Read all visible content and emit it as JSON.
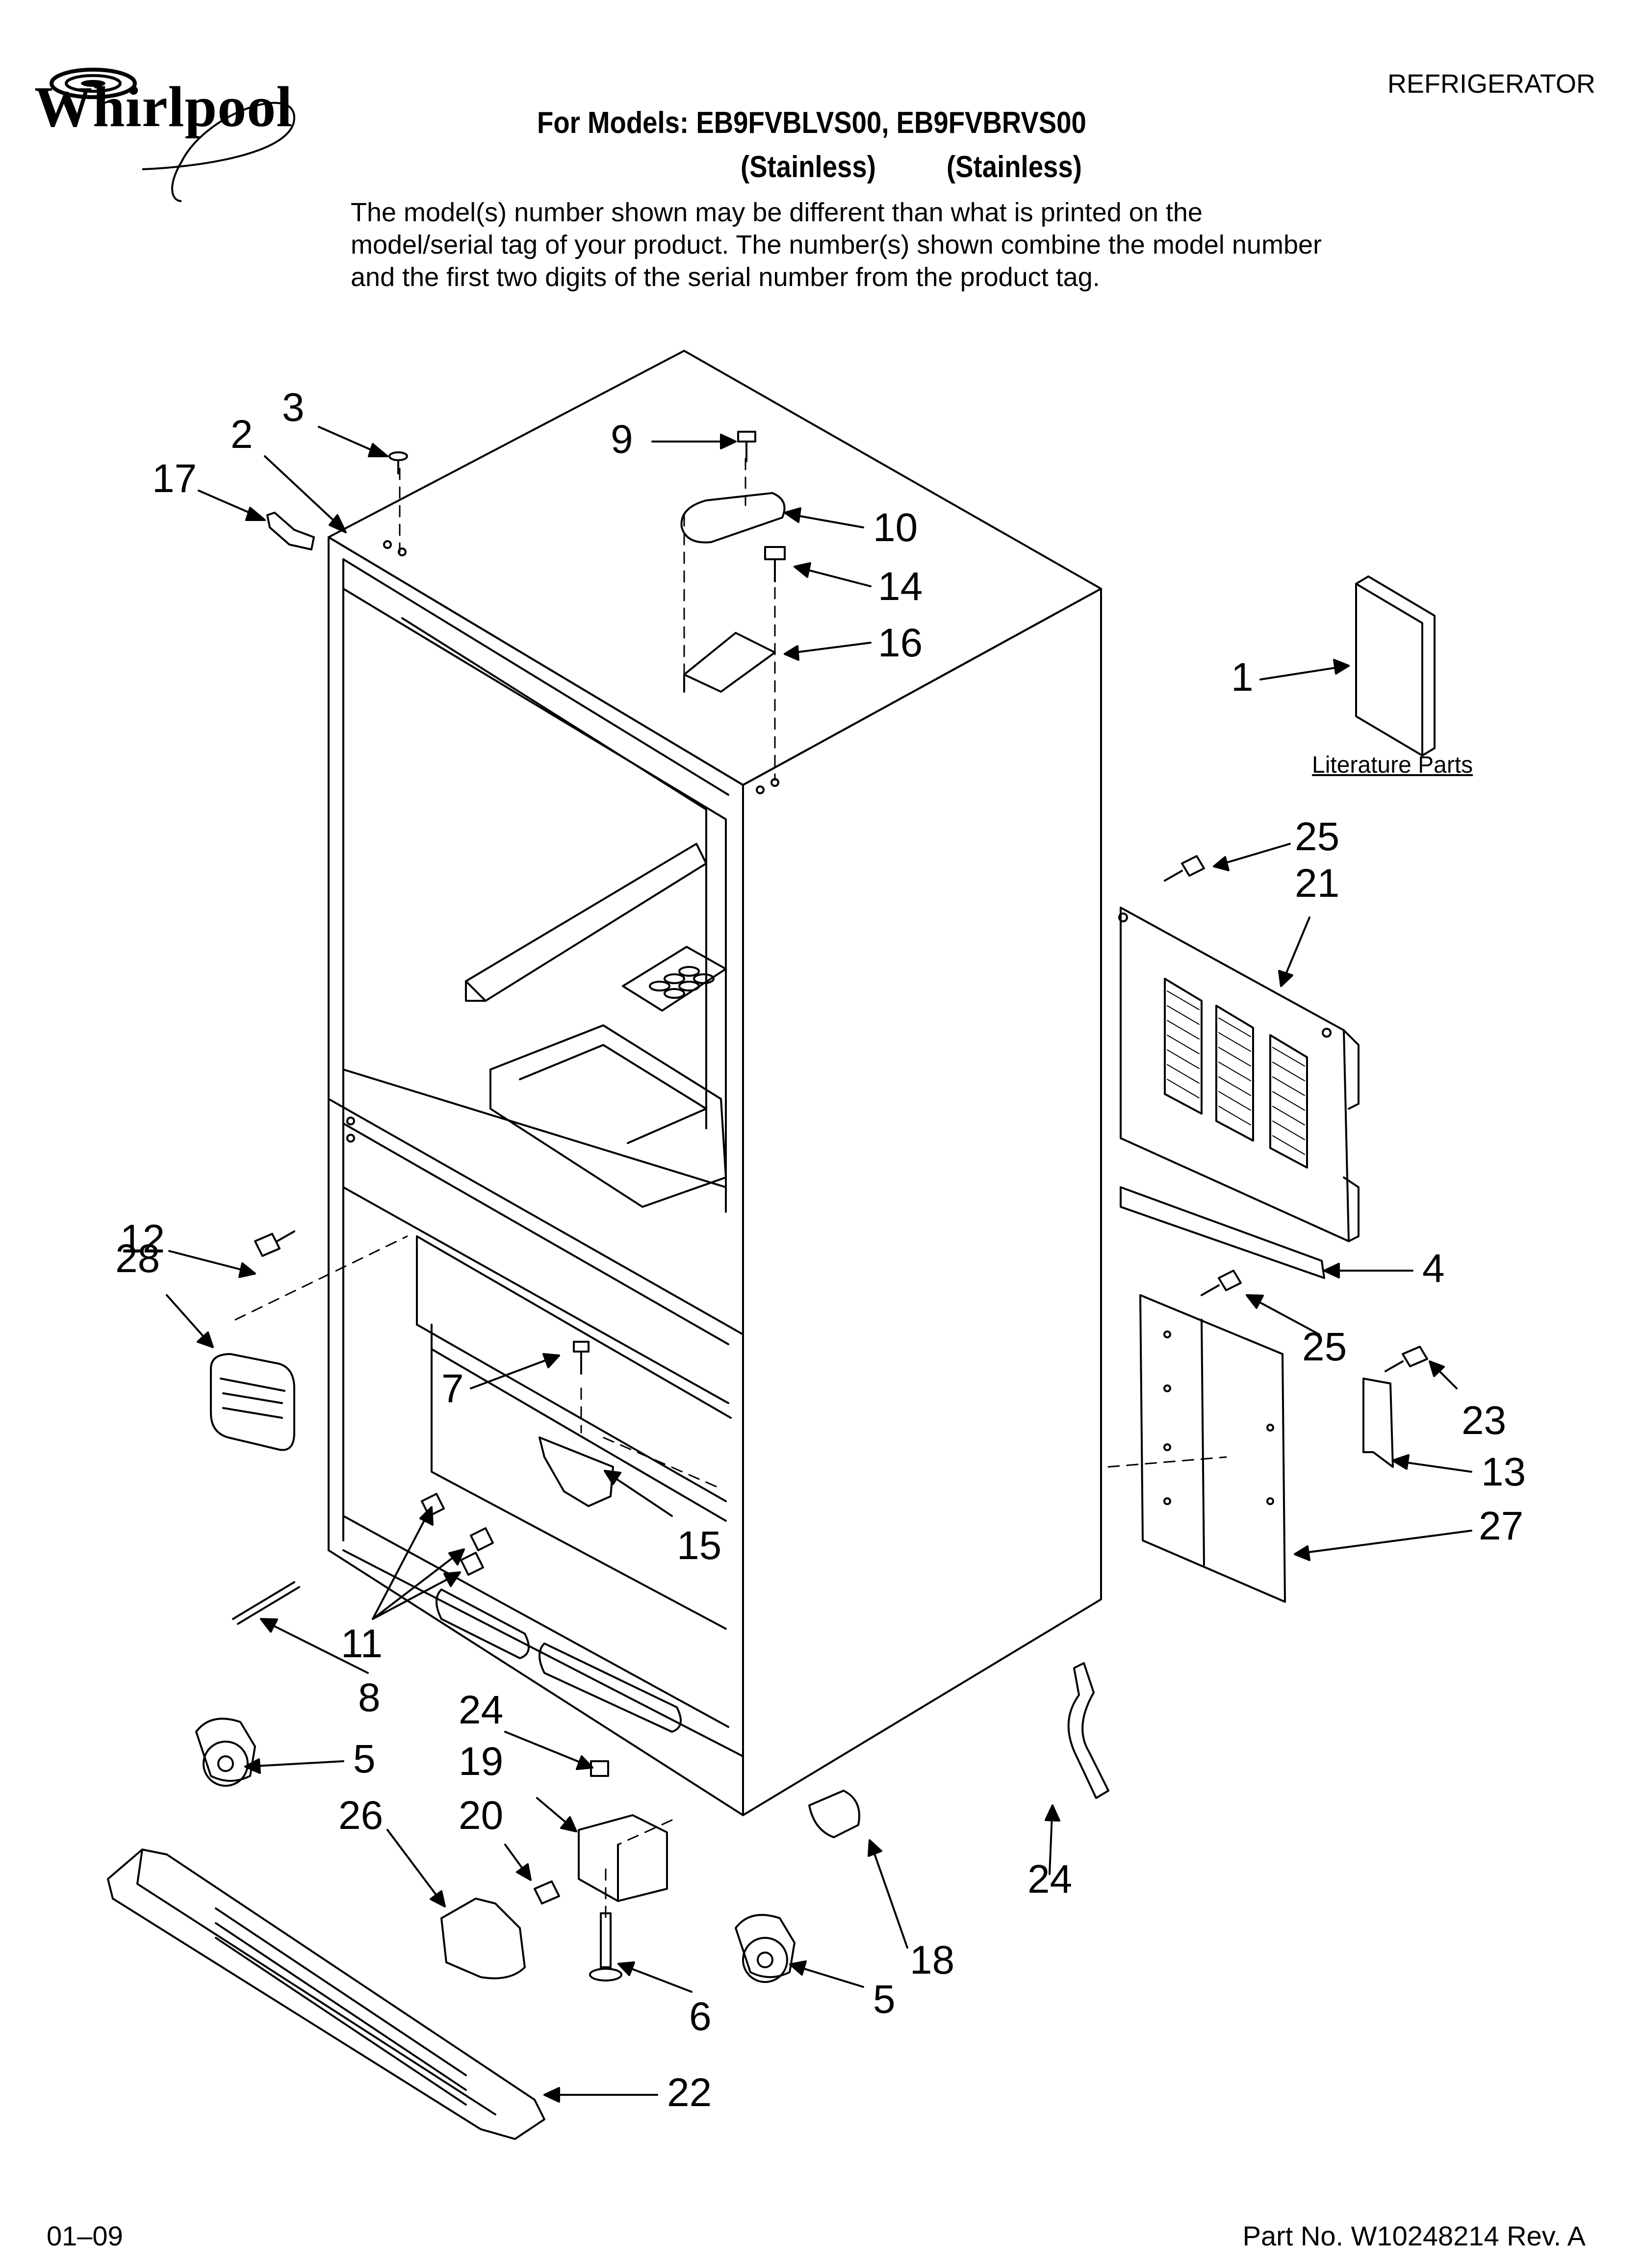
{
  "header": {
    "brand": "Whirlpool",
    "category": "REFRIGERATOR",
    "models_line": "For Models: EB9FVBLVS00, EB9FVBRVS00",
    "variant_left": "(Stainless)",
    "variant_right": "(Stainless)",
    "notice": "The model(s) number shown may be different than what is printed on the model/serial tag of your product. The number(s) shown combine the model number and the first two digits of the serial number from the product tag."
  },
  "diagram": {
    "literature_label": "Literature Parts",
    "callouts": {
      "c1": "1",
      "c2": "2",
      "c3": "3",
      "c4": "4",
      "c5a": "5",
      "c5b": "5",
      "c6": "6",
      "c7": "7",
      "c8": "8",
      "c9": "9",
      "c10": "10",
      "c11": "11",
      "c12": "12",
      "c13": "13",
      "c14": "14",
      "c15": "15",
      "c16": "16",
      "c17": "17",
      "c18": "18",
      "c19": "19",
      "c20": "20",
      "c21": "21",
      "c22": "22",
      "c23": "23",
      "c24a": "24",
      "c24b": "24",
      "c25a": "25",
      "c25b": "25",
      "c26": "26",
      "c27": "27",
      "c28": "28"
    }
  },
  "footer": {
    "date_code": "01–09",
    "part_number": "Part No. W10248214 Rev. A"
  }
}
